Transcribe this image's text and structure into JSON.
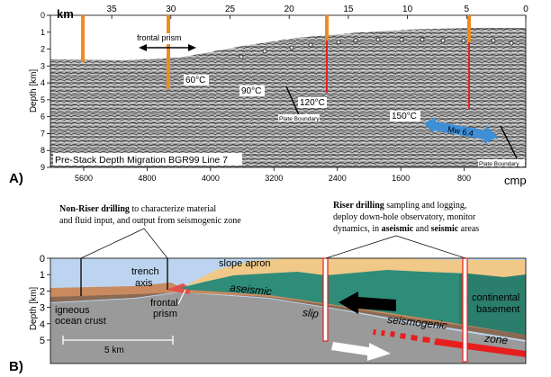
{
  "panel_a": {
    "label": "A)",
    "top_axis_unit": "km",
    "top_ticks": [
      "35",
      "30",
      "25",
      "20",
      "15",
      "10",
      "5",
      "0"
    ],
    "bottom_axis_unit": "cmp",
    "bottom_ticks": [
      "5600",
      "4800",
      "4000",
      "3200",
      "2400",
      "1600",
      "800"
    ],
    "y_axis_label": "Depth [km]",
    "y_ticks": [
      "0",
      "1",
      "2",
      "3",
      "4",
      "5",
      "6",
      "7",
      "8",
      "9"
    ],
    "section_caption": "Pre-Stack Depth Migration BGR99 Line 7",
    "frontal_prism_label": "frontal prism",
    "temperatures": [
      "60°C",
      "90°C",
      "120°C",
      "150°C"
    ],
    "plate_boundary_label": "Plate Boundary",
    "mw_label": "Mw 6.4"
  },
  "panel_b": {
    "label": "B)",
    "y_axis_label": "Depth [km]",
    "y_ticks": [
      "0",
      "1",
      "2",
      "3",
      "4",
      "5"
    ],
    "non_riser": {
      "bold": "Non-Riser drilling",
      "rest_line1": " to characterize material",
      "line2": "and fluid input, and output from seismogenic zone"
    },
    "riser": {
      "bold": "Riser drilling",
      "rest_line1": " sampling and logging,",
      "line2": "deploy down-hole observatory, monitor",
      "line3_pre": "dynamics, in ",
      "aseismic_bold": "aseismic",
      "line3_mid": " and ",
      "seismic_bold": "seismic",
      "line3_post": " areas"
    },
    "trench_axis": [
      "trench",
      "axis"
    ],
    "slope_apron": "slope apron",
    "igneous": [
      "igneous",
      "ocean crust"
    ],
    "frontal_prism": [
      "frontal",
      "prism"
    ],
    "aseismic": "aseismic",
    "slip": "slip",
    "seismogenic": "seismogenic",
    "zone": "zone",
    "continental": [
      "continental",
      "basement"
    ],
    "scale_label": "5 km"
  }
}
